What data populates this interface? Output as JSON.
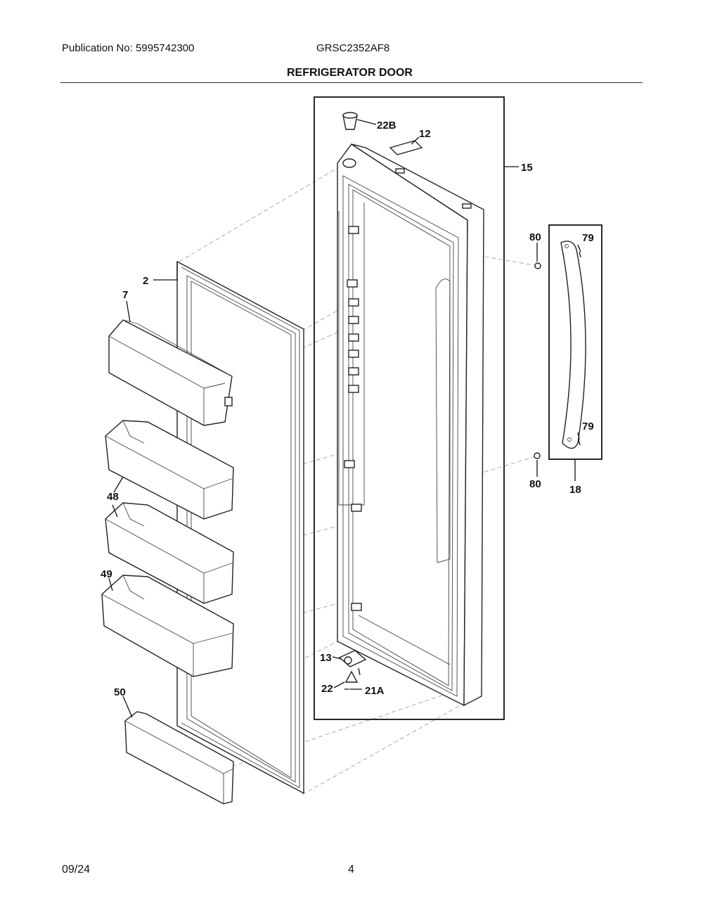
{
  "header": {
    "publication": "Publication No: 5995742300",
    "model": "GRSC2352AF8",
    "title": "REFRIGERATOR DOOR"
  },
  "footer": {
    "date": "09/24",
    "page": "4"
  },
  "labels": {
    "p22B": "22B",
    "p12": "12",
    "p15": "15",
    "p80a": "80",
    "p79a": "79",
    "p2": "2",
    "p7": "7",
    "p79b": "79",
    "p80b": "80",
    "p18": "18",
    "p48": "48",
    "p49": "49",
    "p13": "13",
    "p22": "22",
    "p21A": "21A",
    "p50": "50"
  }
}
